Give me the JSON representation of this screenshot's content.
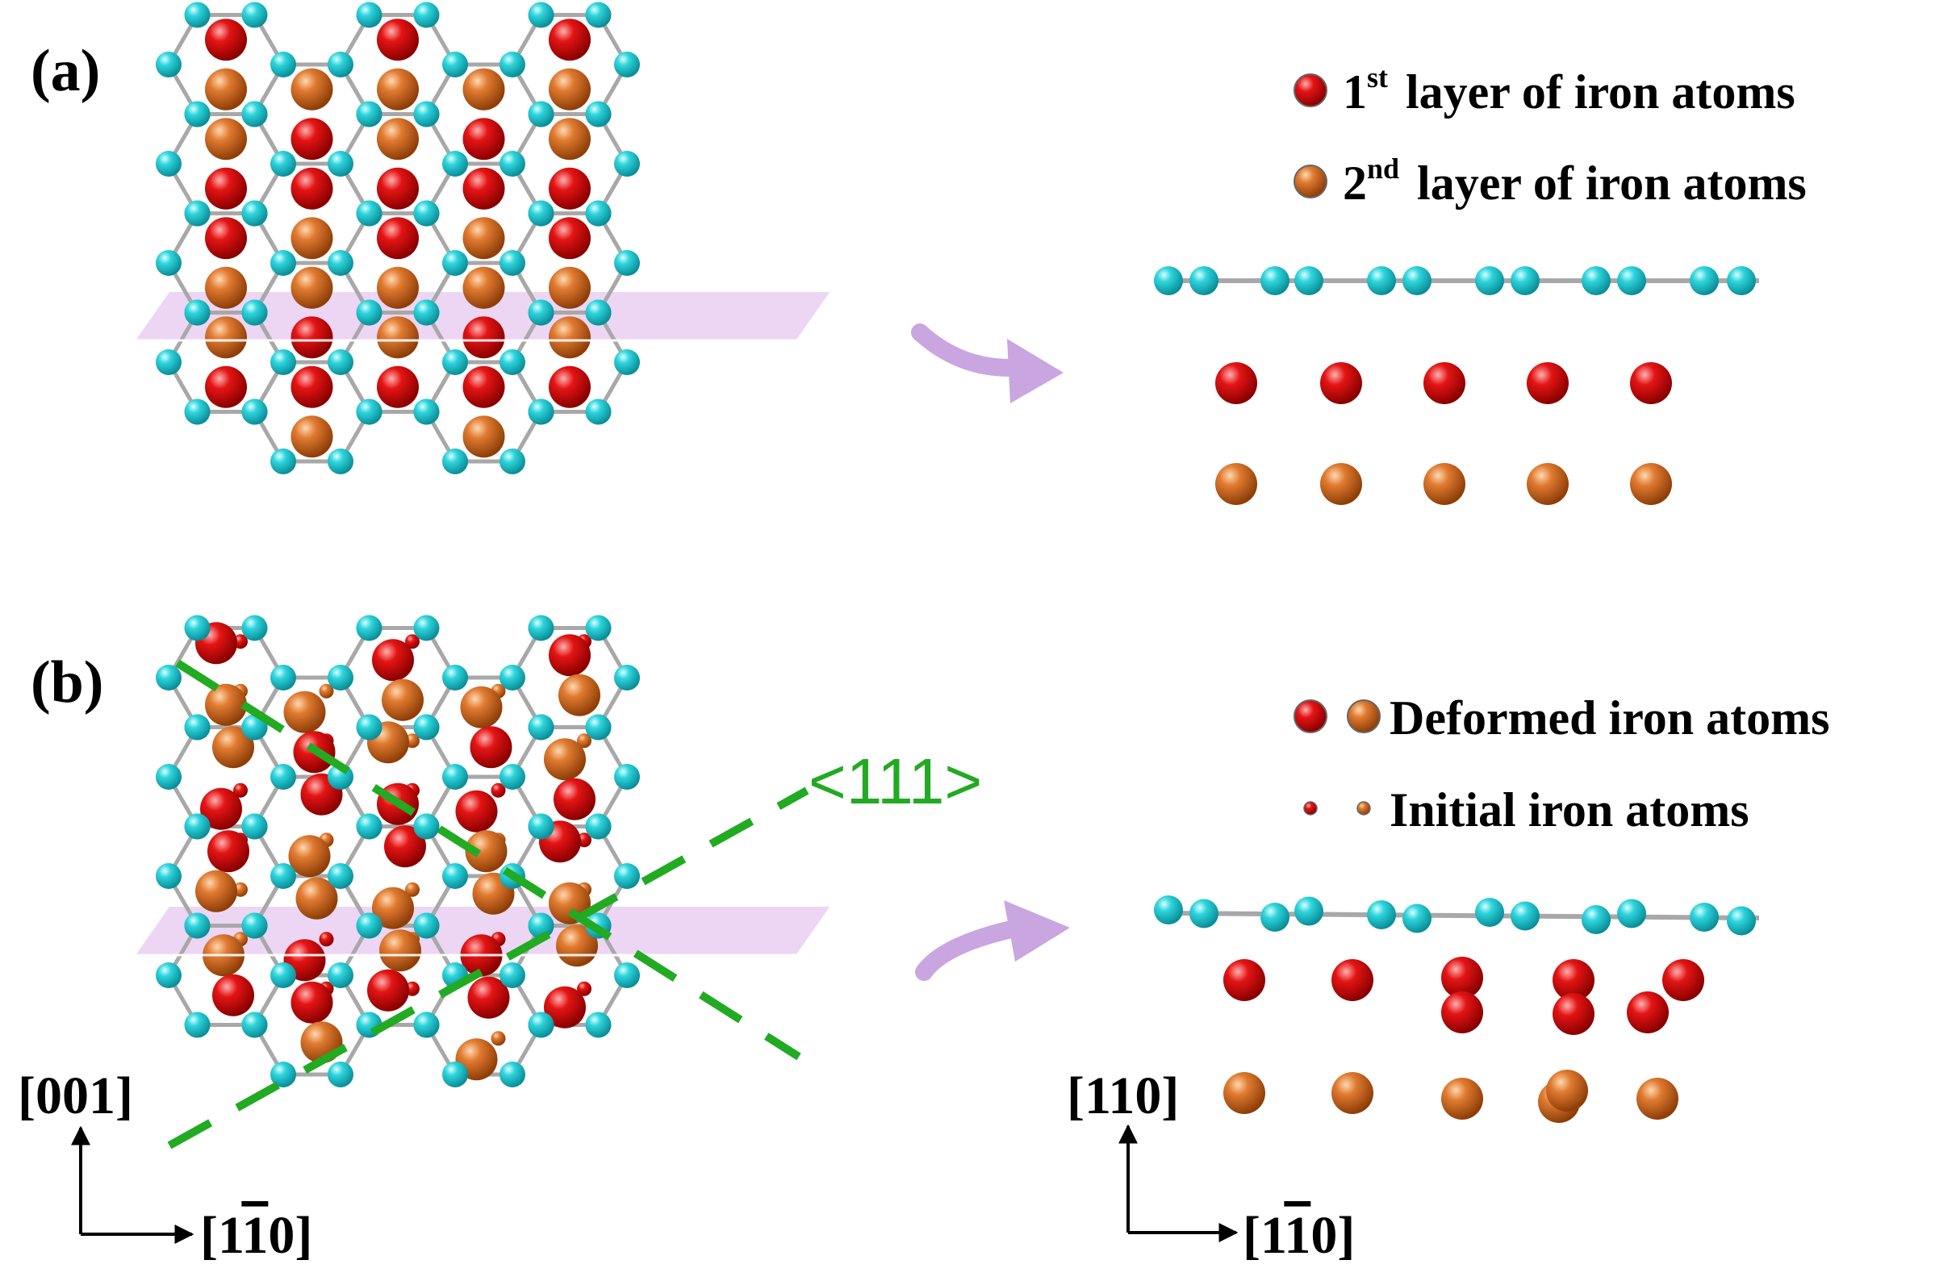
{
  "panels": {
    "a": "(a)",
    "b": "(b)"
  },
  "legend_a": {
    "first_layer": {
      "ordinal": "1",
      "suffix": "st",
      "text": "layer of iron atoms"
    },
    "second_layer": {
      "ordinal": "2",
      "suffix": "nd",
      "text": "layer of iron atoms"
    }
  },
  "legend_b": {
    "deformed": "Deformed iron atoms",
    "initial": "Initial iron atoms"
  },
  "direction_label": "<111>",
  "axes": {
    "left_vertical": "[001]",
    "right_vertical": "[110]",
    "horizontal": {
      "open": "[1",
      "barred": "1",
      "close": "0]"
    }
  },
  "colors": {
    "carbon": "#1ec8d2",
    "iron_first_layer": "#e01010",
    "iron_second_layer": "#e07830",
    "bond": "#a8a8a8",
    "plane": "#e6c8f0",
    "arrow": "#c9a6e0",
    "direction_line": "#22aa22"
  }
}
